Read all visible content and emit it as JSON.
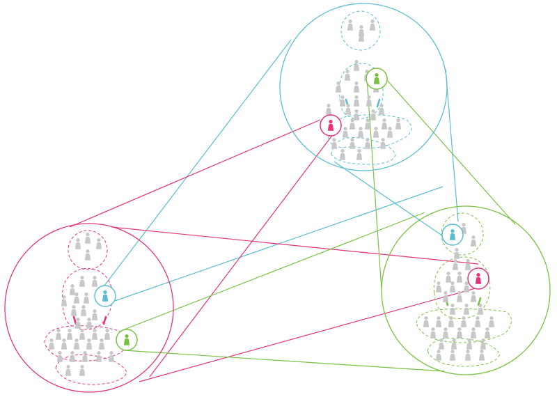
{
  "colors": {
    "blue": "#5bbcd1",
    "pink": "#e5337a",
    "green": "#7ac143",
    "person_gray": "#c8c8c8",
    "background": "#ffffff"
  },
  "icons": {
    "person": "person-icon"
  },
  "clusters": [
    {
      "id": "blue",
      "color_key": "blue",
      "highlighted_member": "green"
    },
    {
      "id": "pink",
      "color_key": "pink",
      "highlighted_member": "blue"
    },
    {
      "id": "green",
      "color_key": "green",
      "highlighted_member": "blue"
    }
  ]
}
